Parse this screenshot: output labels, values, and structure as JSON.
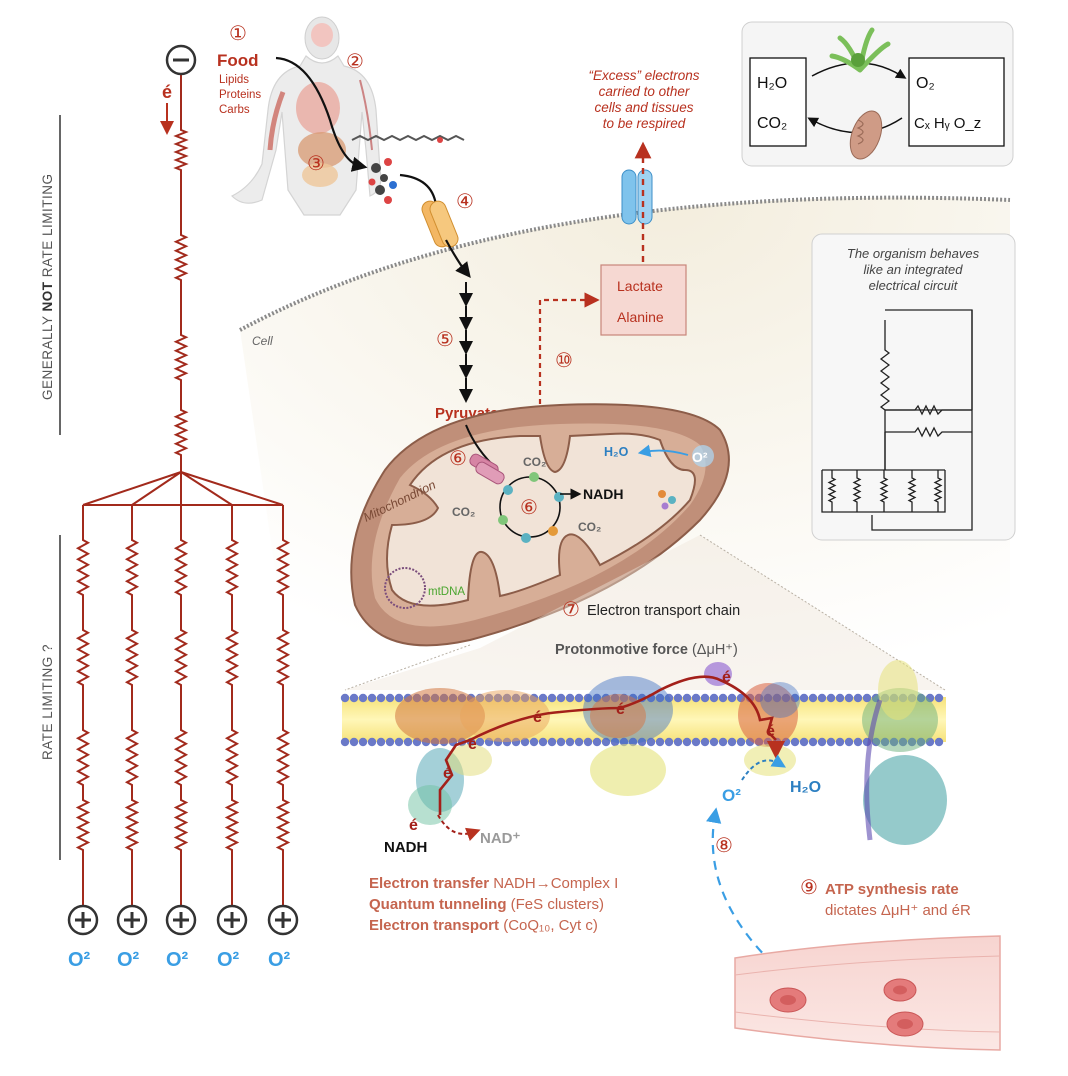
{
  "figure": {
    "negative_symbol": "⊖",
    "electron": "é",
    "label_not_rate_limiting": [
      "GENERALLY ",
      "NOT",
      " RATE LIMITING"
    ],
    "label_rate_limiting": "RATE LIMITING ?",
    "oxygen_label": "O²",
    "plus_symbol": "⊕"
  },
  "steps": {
    "s1": "①",
    "s2": "②",
    "s3": "③",
    "s4": "④",
    "s5": "⑤",
    "s6": "⑥",
    "s7": "⑦",
    "s8": "⑧",
    "s9": "⑨",
    "s10": "⑩"
  },
  "food": {
    "title": "Food",
    "items": [
      "Lipids",
      "Proteins",
      "Carbs"
    ]
  },
  "excess": {
    "lines": [
      "“Excess” electrons",
      "carried to other",
      "cells and tissues",
      "to be respired"
    ]
  },
  "cycle_box": {
    "h2o": "H₂O",
    "co2": "CO₂",
    "o2": "O₂",
    "cxhyoz": "Cₓ Hᵧ O_z"
  },
  "cell": {
    "label": "Cell",
    "metabolites": [
      "Lactate",
      "Alanine"
    ],
    "pyruvate": "Pyruvate"
  },
  "circuit_box": {
    "lines": [
      "The organism behaves",
      "like an integrated",
      "electrical circuit"
    ]
  },
  "mito": {
    "label": "Mitochondrion",
    "mtdna": "mtDNA",
    "nadh": "NADH",
    "co2": "CO₂",
    "h2o": "H₂O",
    "o2": "O²"
  },
  "etc": {
    "title": "Electron transport chain",
    "pmf_bold": "Protonmotive force",
    "pmf_rest": " (ΔμH⁺)",
    "nadh": "NADH",
    "nad": "NAD⁺",
    "o2": "O²",
    "h2o": "H₂O",
    "e": "é"
  },
  "notes": {
    "left": [
      {
        "bold": "Electron transfer",
        "rest": " NADH→Complex I"
      },
      {
        "bold": "Quantum tunneling",
        "rest": " (FeS clusters)"
      },
      {
        "bold": "Electron transport",
        "rest": " (CoQ₁₀, Cyt c)"
      }
    ],
    "right_bold": "ATP synthesis rate",
    "right_rest": "dictates ΔμH⁺ and éR"
  },
  "colors": {
    "red": "#b8311f",
    "dark_red": "#a22a1c",
    "blue": "#3a9ee4",
    "mito_fill": "#c08f79",
    "mito_inner": "#cfa48c",
    "lactate_fill": "#f6d8d2",
    "gray": "#555555"
  }
}
